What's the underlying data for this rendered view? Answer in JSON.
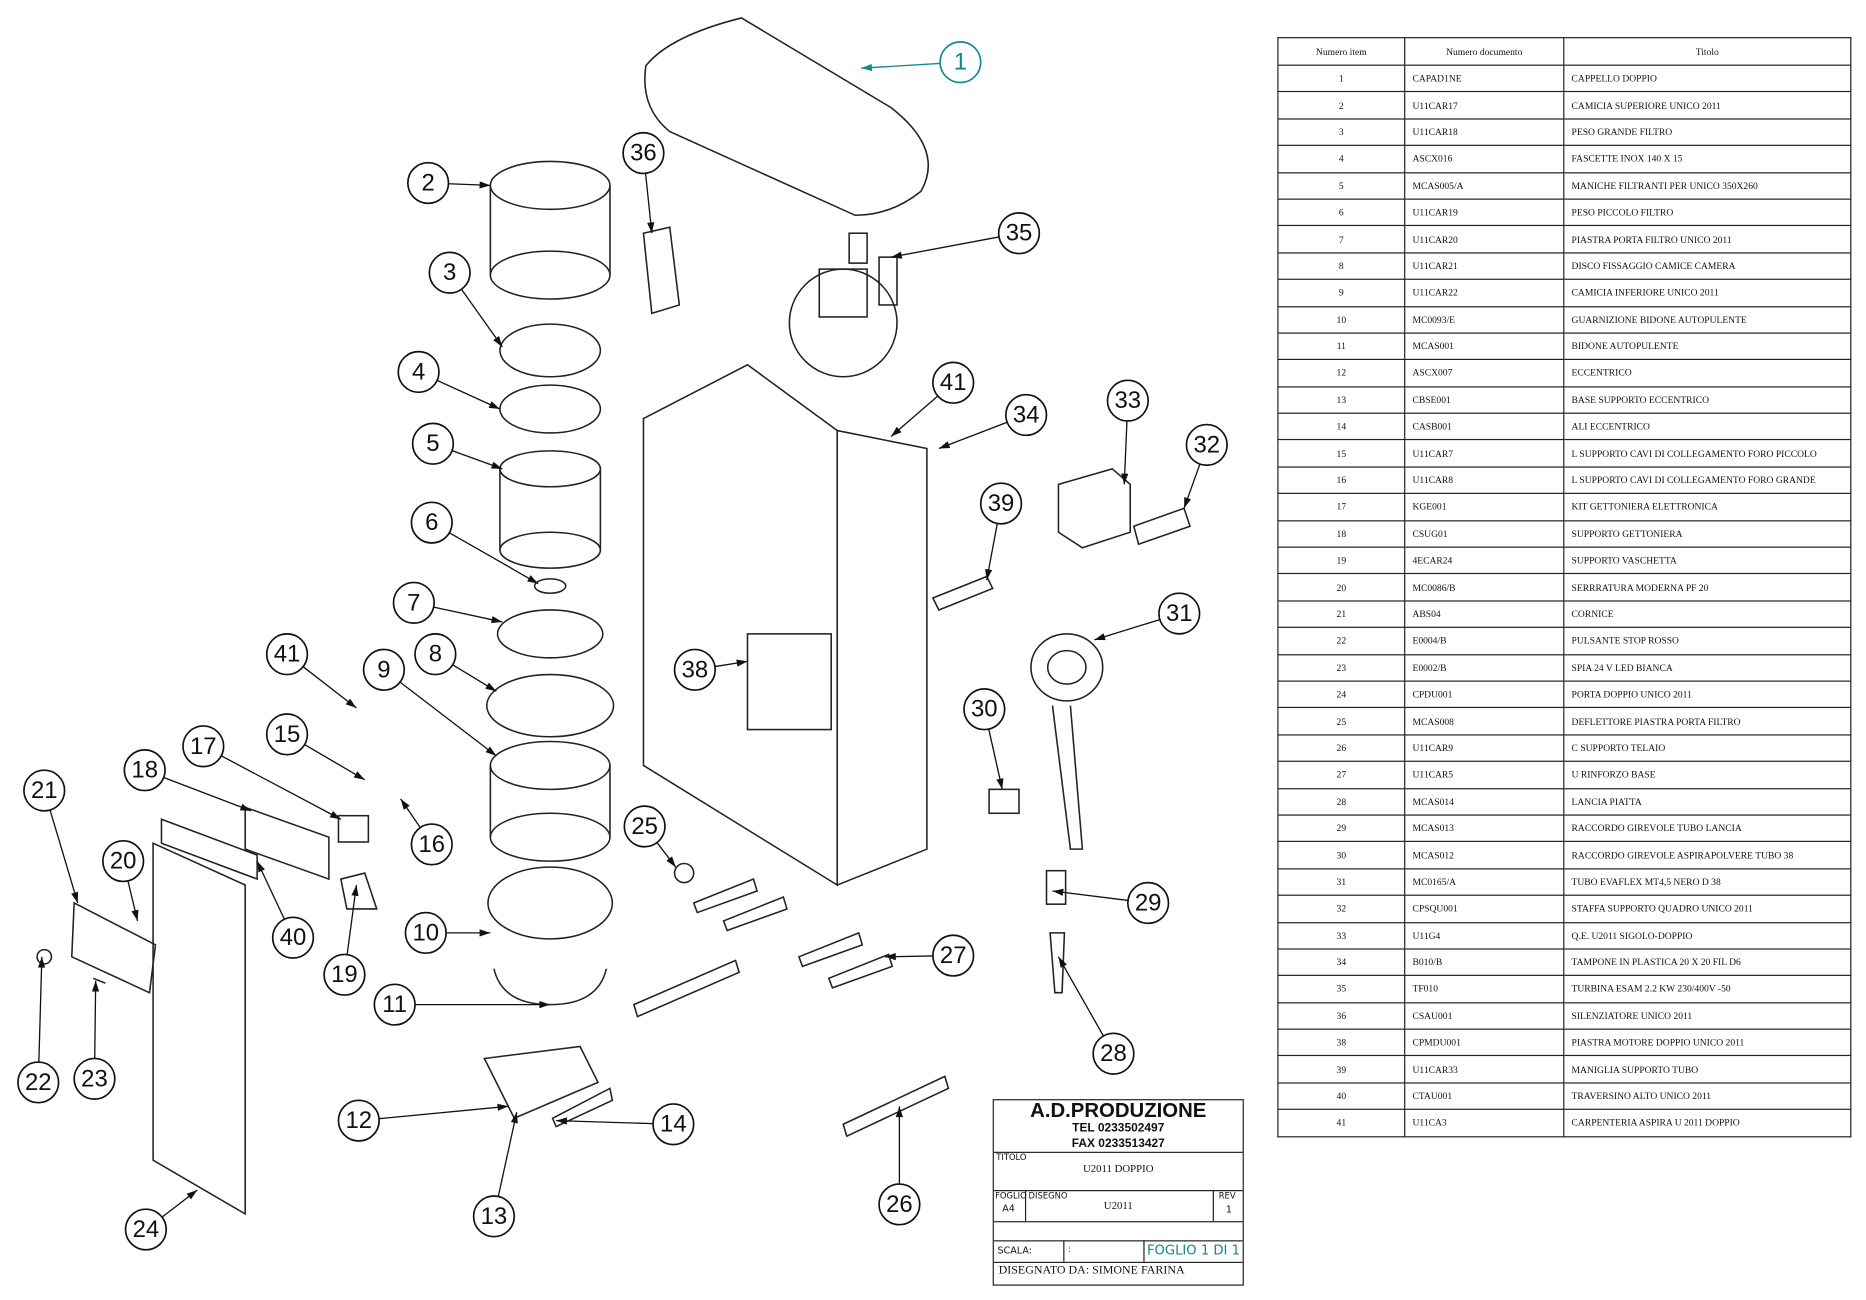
{
  "drawing": {
    "balloons": [
      "1",
      "2",
      "36",
      "3",
      "35",
      "4",
      "5",
      "41",
      "34",
      "33",
      "32",
      "6",
      "39",
      "7",
      "31",
      "41",
      "8",
      "9",
      "38",
      "15",
      "17",
      "30",
      "18",
      "21",
      "16",
      "25",
      "20",
      "40",
      "10",
      "29",
      "19",
      "27",
      "11",
      "22",
      "23",
      "28",
      "12",
      "14",
      "13",
      "24",
      "26"
    ],
    "highlight_color": "#108a8a"
  },
  "bom": {
    "headers": [
      "Numero item",
      "Numero documento",
      "Titolo"
    ],
    "rows": [
      [
        "1",
        "CAPAD1NE",
        "CAPPELLO DOPPIO"
      ],
      [
        "2",
        "U11CAR17",
        "CAMICIA SUPERIORE UNICO 2011"
      ],
      [
        "3",
        "U11CAR18",
        "PESO GRANDE FILTRO"
      ],
      [
        "4",
        "ASCX016",
        "FASCETTE INOX 140 X 15"
      ],
      [
        "5",
        "MCAS005/A",
        "MANICHE FILTRANTI PER UNICO 350X260"
      ],
      [
        "6",
        "U11CAR19",
        "PESO PICCOLO FILTRO"
      ],
      [
        "7",
        "U11CAR20",
        "PIASTRA PORTA FILTRO UNICO 2011"
      ],
      [
        "8",
        "U11CAR21",
        "DISCO FISSAGGIO CAMICE CAMERA"
      ],
      [
        "9",
        "U11CAR22",
        "CAMICIA INFERIORE UNICO 2011"
      ],
      [
        "10",
        "MC0093/E",
        "GUARNIZIONE BIDONE AUTOPULENTE"
      ],
      [
        "11",
        "MCAS001",
        "BIDONE AUTOPULENTE"
      ],
      [
        "12",
        "ASCX007",
        "ECCENTRICO"
      ],
      [
        "13",
        "CBSE001",
        "BASE SUPPORTO ECCENTRICO"
      ],
      [
        "14",
        "CASB001",
        "ALI ECCENTRICO"
      ],
      [
        "15",
        "U11CAR7",
        "L SUPPORTO CAVI DI COLLEGAMENTO FORO PICCOLO"
      ],
      [
        "16",
        "U11CAR8",
        "L SUPPORTO CAVI DI COLLEGAMENTO FORO GRANDE"
      ],
      [
        "17",
        "KGE001",
        "KIT GETTONIERA ELETTRONICA"
      ],
      [
        "18",
        "CSUG01",
        "SUPPORTO GETTONIERA"
      ],
      [
        "19",
        "4ECAR24",
        "SUPPORTO VASCHETTA"
      ],
      [
        "20",
        "MC0086/B",
        "SERRRATURA MODERNA PF 20"
      ],
      [
        "21",
        "ABS04",
        "CORNICE"
      ],
      [
        "22",
        "E0004/B",
        "PULSANTE STOP ROSSO"
      ],
      [
        "23",
        "E0002/B",
        "SPIA 24 V LED BIANCA"
      ],
      [
        "24",
        "CPDU001",
        "PORTA DOPPIO UNICO 2011"
      ],
      [
        "25",
        "MCAS008",
        "DEFLETTORE PIASTRA PORTA FILTRO"
      ],
      [
        "26",
        "U11CAR9",
        "C SUPPORTO TELAIO"
      ],
      [
        "27",
        "U11CAR5",
        "U RINFORZO BASE"
      ],
      [
        "28",
        "MCAS014",
        "LANCIA PIATTA"
      ],
      [
        "29",
        "MCAS013",
        "RACCORDO GIREVOLE TUBO LANCIA"
      ],
      [
        "30",
        "MCAS012",
        "RACCORDO GIREVOLE ASPIRAPOLVERE TUBO 38"
      ],
      [
        "31",
        "MC0165/A",
        "TUBO EVAFLEX MT4,5 NERO D 38"
      ],
      [
        "32",
        "CPSQU001",
        "STAFFA SUPPORTO QUADRO UNICO 2011"
      ],
      [
        "33",
        "U11G4",
        "Q.E. U2011 SIGOLO-DOPPIO"
      ],
      [
        "34",
        "B010/B",
        "TAMPONE IN PLASTICA 20 X 20 FIL D6"
      ],
      [
        "35",
        "TF010",
        "TURBINA ESAM 2.2 KW 230/400V -50"
      ],
      [
        "36",
        "CSAU001",
        "SILENZIATORE UNICO 2011"
      ],
      [
        "38",
        "CPMDU001",
        "PIASTRA MOTORE DOPPIO UNICO 2011"
      ],
      [
        "39",
        "U11CAR33",
        "MANIGLIA SUPPORTO TUBO"
      ],
      [
        "40",
        "CTAU001",
        "TRAVERSINO ALTO UNICO 2011"
      ],
      [
        "41",
        "U11CA3",
        "CARPENTERIA ASPIRA U 2011 DOPPIO"
      ]
    ]
  },
  "title_block": {
    "company": "A.D.PRODUZIONE",
    "tel": "TEL 0233502497",
    "fax": "FAX 0233513427",
    "titolo_label": "TITOLO",
    "titolo": "U2011 DOPPIO",
    "foglio_label": "FOGLIO",
    "foglio": "A4",
    "disegno_label": "DISEGNO",
    "disegno": "U2011",
    "rev_label": "REV",
    "rev": "1",
    "scala_label": "SCALA:",
    "scala": ":",
    "sheet": "FOGLIO 1 DI 1",
    "drawn_by": "DISEGNATO DA: SIMONE FARINA"
  }
}
